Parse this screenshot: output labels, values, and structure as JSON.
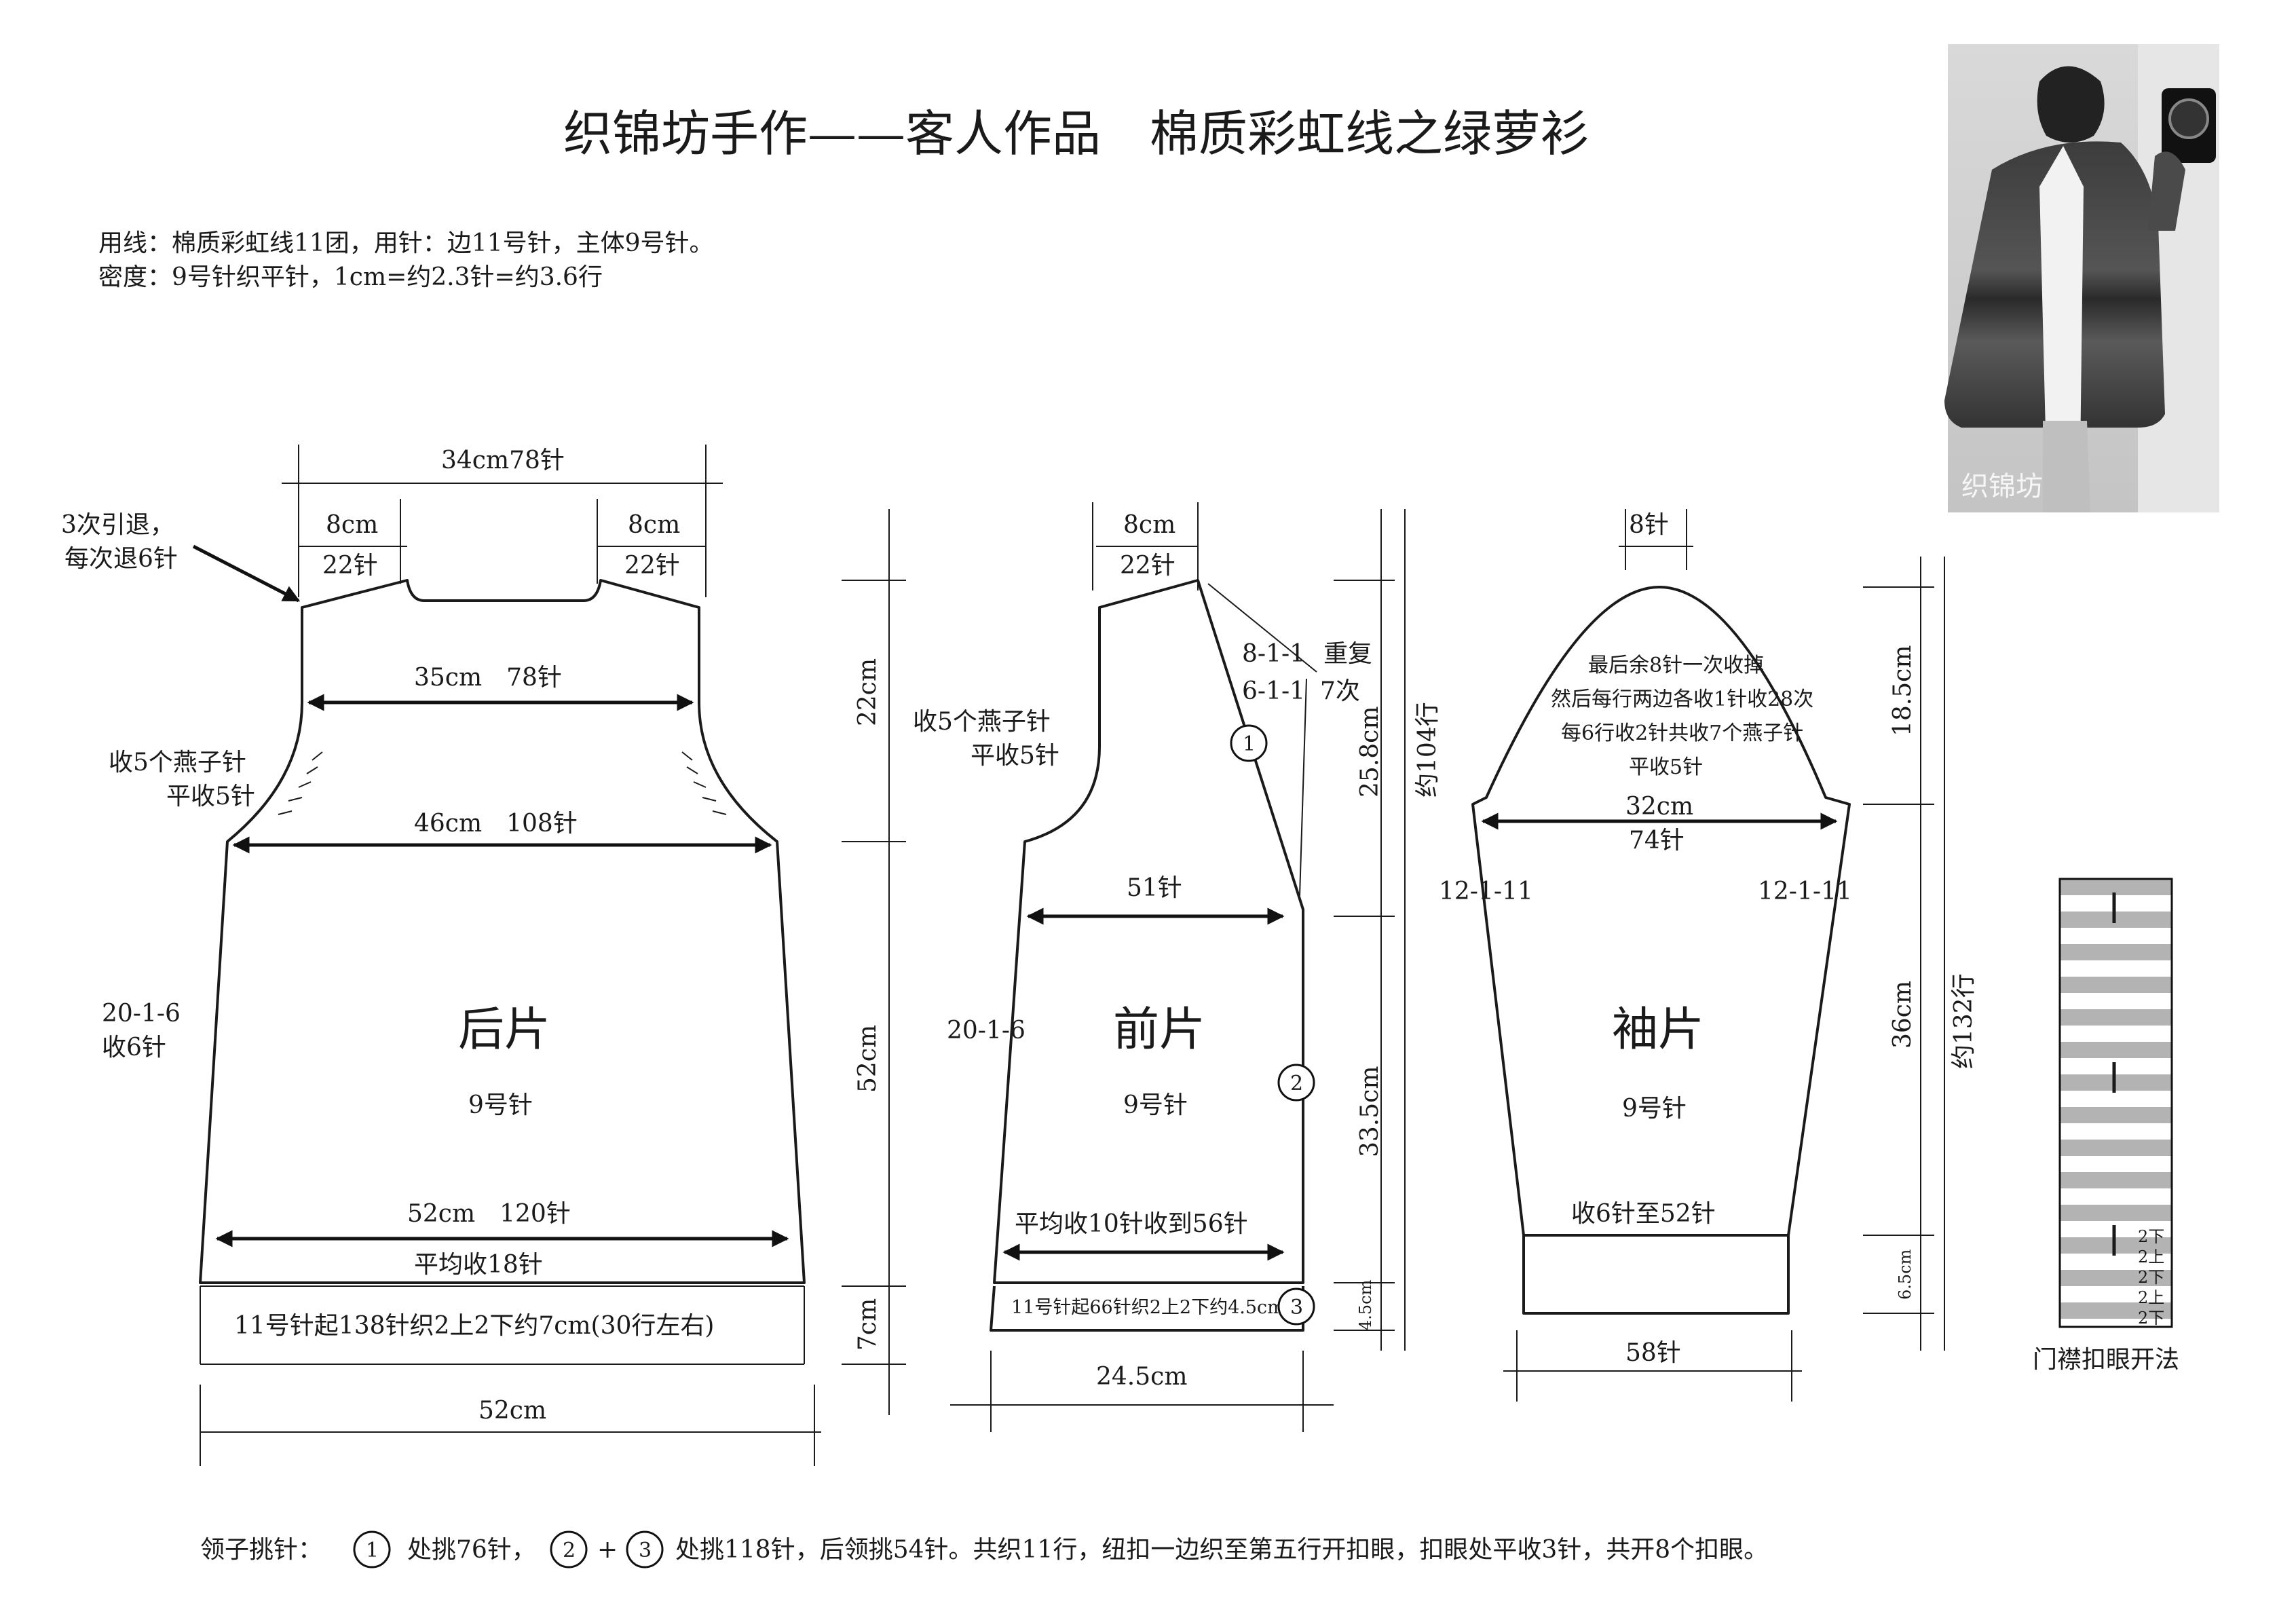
{
  "title": "织锦坊手作——客人作品　棉质彩虹线之绿萝衫",
  "materials": {
    "line1": "用线：棉质彩虹线11团，用针：边11号针，主体9号针。",
    "line2": "密度：9号针织平针，1cm=约2.3针=约3.6行"
  },
  "back": {
    "name": "后片",
    "needle": "9号针",
    "top_width": "34cm78针",
    "shoulder_left_cm": "8cm",
    "shoulder_left_st": "22针",
    "shoulder_right_cm": "8cm",
    "shoulder_right_st": "22针",
    "short_rows_1": "3次引退，",
    "short_rows_2": "每次退6针",
    "chest": "35cm　78针",
    "armhole_1": "收5个燕子针",
    "armhole_2": "平收5针",
    "underarm": "46cm　108针",
    "side_1": "20-1-6",
    "side_2": "收6针",
    "hem": "52cm　120针",
    "decrease": "平均收18针",
    "ribbing": "11号针起138针织2上2下约7cm(30行左右)",
    "bottom_width": "52cm",
    "h_armhole": "22cm",
    "h_body": "52cm",
    "h_rib": "7cm"
  },
  "front": {
    "name": "前片",
    "needle": "9号针",
    "shoulder_cm": "8cm",
    "shoulder_st": "22针",
    "neck_1": "8-1-1",
    "neck_2": "6-1-1",
    "neck_3": "重复",
    "neck_4": "7次",
    "armhole_1": "收5个燕子针",
    "armhole_2": "平收5针",
    "chest": "51针",
    "side": "20-1-6",
    "decrease": "平均收10针收到56针",
    "ribbing": "11号针起66针织2上2下约4.5cm",
    "bottom_width": "24.5cm",
    "h_neck": "25.8cm",
    "h_body": "33.5cm",
    "h_rib": "4.5cm",
    "h_total": "约104行",
    "marker_1": "1",
    "marker_2": "2",
    "marker_3": "3"
  },
  "sleeve": {
    "name": "袖片",
    "needle": "9号针",
    "top": "8针",
    "cap_1": "最后余8针一次收掉",
    "cap_2": "然后每行两边各收1针收28次",
    "cap_3": "每6行收2针共收7个燕子针",
    "cap_4": "平收5针",
    "width_cm": "32cm",
    "width_st": "74针",
    "inc_left": "12-1-11",
    "inc_right": "12-1-11",
    "decrease": "收6针至52针",
    "cuff": "58针",
    "h_cap": "18.5cm",
    "h_body": "36cm",
    "h_cuff": "6.5cm",
    "h_total": "约132行"
  },
  "buttonband": {
    "caption": "门襟扣眼开法",
    "rows": [
      "2下",
      "2上",
      "2下",
      "2上",
      "2下"
    ]
  },
  "footer": {
    "label": "领子挑针：",
    "c1": "1",
    "t1": "处挑76针，",
    "c2": "2",
    "plus": "+",
    "c3": "3",
    "t2": "处挑118针，后领挑54针。共织11行，纽扣一边织至第五行开扣眼，扣眼处平收3针，共开8个扣眼。"
  },
  "photo": {
    "watermark": "织锦坊"
  }
}
